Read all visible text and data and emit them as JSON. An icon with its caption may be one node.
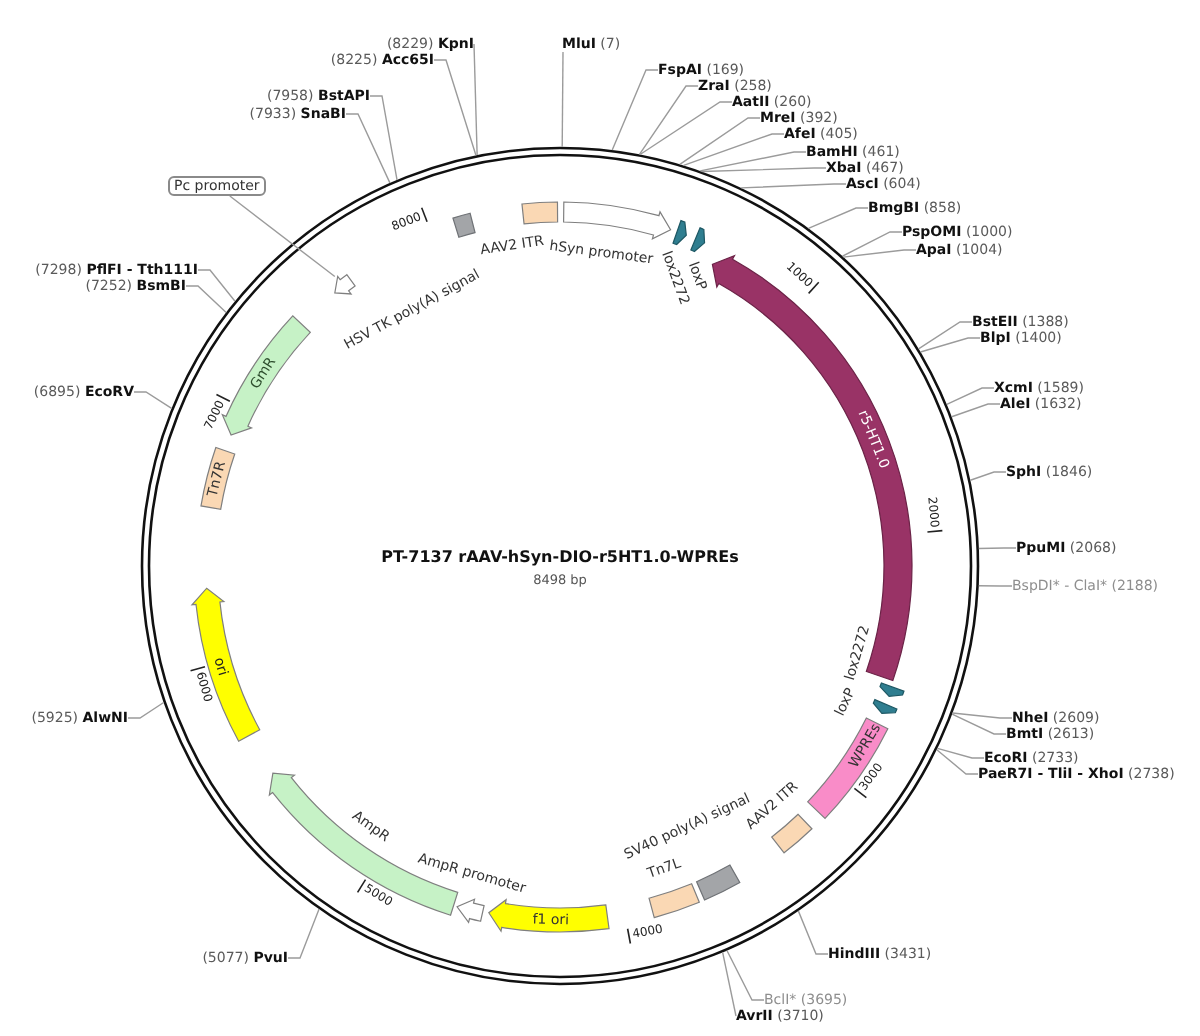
{
  "diagram": {
    "title": "PT-7137 rAAV-hSyn-DIO-r5HT1.0-WPREs",
    "nodes": [
      {
        "text": [
          "(8229) **KpnI**"
        ]
      },
      {
        "text": [
          "**MluI** (7)"
        ]
      },
      {
        "text": [
          "(8225) **Acc65I**"
        ]
      },
      {
        "text": [
          "**FspAI** (169)"
        ]
      },
      {
        "text": [
          "**ZraI** (258)"
        ]
      },
      {
        "text": [
          "(7958) **BstAPI**"
        ]
      },
      {
        "text": [
          "**AatII** (260)"
        ]
      },
      {
        "text": [
          "(7933) **SnaBI**"
        ]
      },
      {
        "text": [
          "**MreI** (392)"
        ]
      },
      {
        "text": [
          "**AfeI** (405)"
        ]
      },
      {
        "text": [
          "**BamHI** (461)"
        ]
      },
      {
        "text": [
          "**XbaI** (467)"
        ]
      },
      {
        "text": [
          "**AscI** (604)"
        ]
      },
      {
        "text": [
          "Pc promoter"
        ]
      },
      {
        "text": [
          "AAV2 ITR"
        ]
      },
      {
        "text": [
          "hSyn promoter"
        ]
      },
      {
        "text": [
          "lox2272"
        ]
      },
      {
        "text": [
          "HSV TK poly(A) signal"
        ]
      },
      {
        "text": [
          "**BmgBI** (858)"
        ]
      },
      {
        "text": [
          "loxP"
        ]
      },
      {
        "text": [
          "**PspOMI** (1000)"
        ]
      },
      {
        "text": [
          "r5-HT1.0"
        ]
      },
      {
        "text": [
          "**ApaI** (1004)"
        ]
      },
      {
        "text": [],
        "shape": "arrow"
      },
      {
        "text": [
          "(7298) **PflFI - Tth111I**"
        ]
      },
      {
        "text": [
          "(7252) **BsmBI**"
        ]
      },
      {
        "text": [
          "GmR"
        ]
      },
      {
        "text": [
          "**BstEII** (1388)"
        ]
      },
      {
        "text": [
          "**BlpI** (1400)"
        ]
      },
      {
        "text": [
          "**XcmI** (1589)"
        ]
      },
      {
        "text": [
          "(6895) **EcoRV**"
        ]
      },
      {
        "text": [
          "**AleI** (1632)"
        ]
      },
      {
        "text": [
          "Tn7R"
        ]
      },
      {
        "text": [
          "**SphI** (1846)"
        ]
      },
      {
        "text": [
          "**PpuMI** (2068)"
        ]
      },
      {
        "text": [
          "BspDI* - ClaI* (2188)"
        ]
      },
      {
        "text": [
          "ori"
        ]
      },
      {
        "text": [
          "lox2272"
        ]
      },
      {
        "text": [
          "(5925) **AlwNI**"
        ]
      },
      {
        "text": [
          "**NheI** (2609)"
        ]
      },
      {
        "text": [
          "loxP"
        ]
      },
      {
        "text": [
          "WPREs"
        ]
      },
      {
        "text": [
          "**BmtI** (2613)"
        ]
      },
      {
        "text": [
          "**EcoRI** (2733)"
        ]
      },
      {
        "text": [
          "**PaeR7I - TliI - XhoI** (2738)"
        ]
      },
      {
        "text": [
          "AmpR"
        ]
      },
      {
        "text": [
          "AAV2 ITR"
        ]
      },
      {
        "text": [
          "SV40 poly(A) signal"
        ]
      },
      {
        "text": [
          "Tn7L"
        ]
      },
      {
        "text": [
          "AmpR promoter"
        ]
      },
      {
        "text": [
          "f1 ori"
        ]
      },
      {
        "text": [
          "**HindIII** (3431)"
        ]
      },
      {
        "text": [
          "(5077) **PvuI**"
        ]
      },
      {
        "text": [
          "BclI* (3695)"
        ]
      },
      {
        "text": [
          "**AvrII** (3710)"
        ]
      }
    ],
    "edges": [
      {
        "from": 0,
        "to": null,
        "arrow": "none"
      },
      {
        "from": 1,
        "to": null,
        "arrow": "none"
      },
      {
        "from": 2,
        "to": null,
        "arrow": "none"
      },
      {
        "from": 3,
        "to": null,
        "arrow": "none"
      },
      {
        "from": 4,
        "to": null,
        "arrow": "none"
      },
      {
        "from": 5,
        "to": null,
        "arrow": "none"
      },
      {
        "from": 6,
        "to": null,
        "arrow": "none"
      },
      {
        "from": 7,
        "to": null,
        "arrow": "none"
      },
      {
        "from": 8,
        "to": null,
        "arrow": "none"
      },
      {
        "from": 9,
        "to": null,
        "arrow": "none"
      },
      {
        "from": 10,
        "to": null,
        "arrow": "none"
      },
      {
        "from": 11,
        "to": null,
        "arrow": "none"
      },
      {
        "from": 12,
        "to": null,
        "arrow": "none"
      },
      {
        "from": 13,
        "to": 23,
        "arrow": "none"
      },
      {
        "from": 18,
        "to": null,
        "arrow": "none"
      },
      {
        "from": 20,
        "to": null,
        "arrow": "none"
      },
      {
        "from": 22,
        "to": null,
        "arrow": "none"
      },
      {
        "from": 24,
        "to": null,
        "arrow": "none"
      },
      {
        "from": 25,
        "to": null,
        "arrow": "none"
      },
      {
        "from": 27,
        "to": null,
        "arrow": "none"
      },
      {
        "from": 28,
        "to": null,
        "arrow": "none"
      },
      {
        "from": 29,
        "to": null,
        "arrow": "none"
      },
      {
        "from": 30,
        "to": null,
        "arrow": "none"
      },
      {
        "from": 31,
        "to": null,
        "arrow": "none"
      },
      {
        "from": 33,
        "to": null,
        "arrow": "none"
      },
      {
        "from": 34,
        "to": null,
        "arrow": "none"
      },
      {
        "from": 35,
        "to": null,
        "arrow": "none"
      },
      {
        "from": 38,
        "to": null,
        "arrow": "none"
      },
      {
        "from": 39,
        "to": null,
        "arrow": "none"
      },
      {
        "from": 42,
        "to": null,
        "arrow": "none"
      },
      {
        "from": 43,
        "to": null,
        "arrow": "none"
      },
      {
        "from": 44,
        "to": null,
        "arrow": "none"
      },
      {
        "from": 51,
        "to": null,
        "arrow": "none"
      },
      {
        "from": 52,
        "to": null,
        "arrow": "none"
      },
      {
        "from": 53,
        "to": null,
        "arrow": "none"
      },
      {
        "from": 54,
        "to": null,
        "arrow": "none"
      }
    ],
    "labels": [
      "8000",
      "1000",
      "7000",
      "2000",
      "8498 bp",
      "6000",
      "3000",
      "5000",
      "4000"
    ]
  }
}
